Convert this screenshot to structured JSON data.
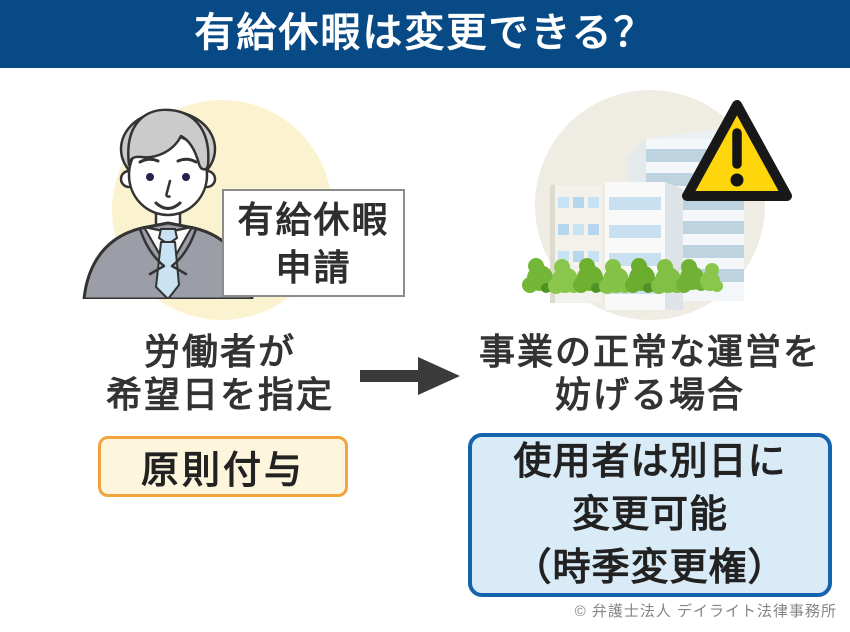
{
  "header": {
    "title": "有給休暇は変更できる？",
    "bg_color": "#074A85",
    "text_color": "#FFFFFF"
  },
  "left_section": {
    "illustration": "worker-with-leave-request",
    "label_box": {
      "line1": "有給休暇",
      "line2": "申請"
    },
    "caption": {
      "line1": "労働者が",
      "line2": "希望日を指定"
    },
    "result_box": {
      "text": "原則付与",
      "bg_color": "#FEF6DC",
      "border_color": "#F2A43C"
    }
  },
  "arrow": {
    "icon": "right-arrow-icon",
    "color": "#3A3A3A"
  },
  "right_section": {
    "illustration": "office-buildings-with-warning",
    "caption": {
      "line1": "事業の正常な運営を",
      "line2": "妨げる場合"
    },
    "result_box": {
      "line1": "使用者は別日に",
      "line2": "変更可能",
      "line3": "（時季変更権）",
      "bg_color": "#D9EBF7",
      "border_color": "#1563AD"
    }
  },
  "colors": {
    "warning_yellow": "#FFD60C",
    "bush_green": "#74B637",
    "circle_yellow": "#FBF3CF",
    "circle_beige": "#EFECE3"
  },
  "footer": {
    "copyright": "© 弁護士法人 デイライト法律事務所"
  }
}
